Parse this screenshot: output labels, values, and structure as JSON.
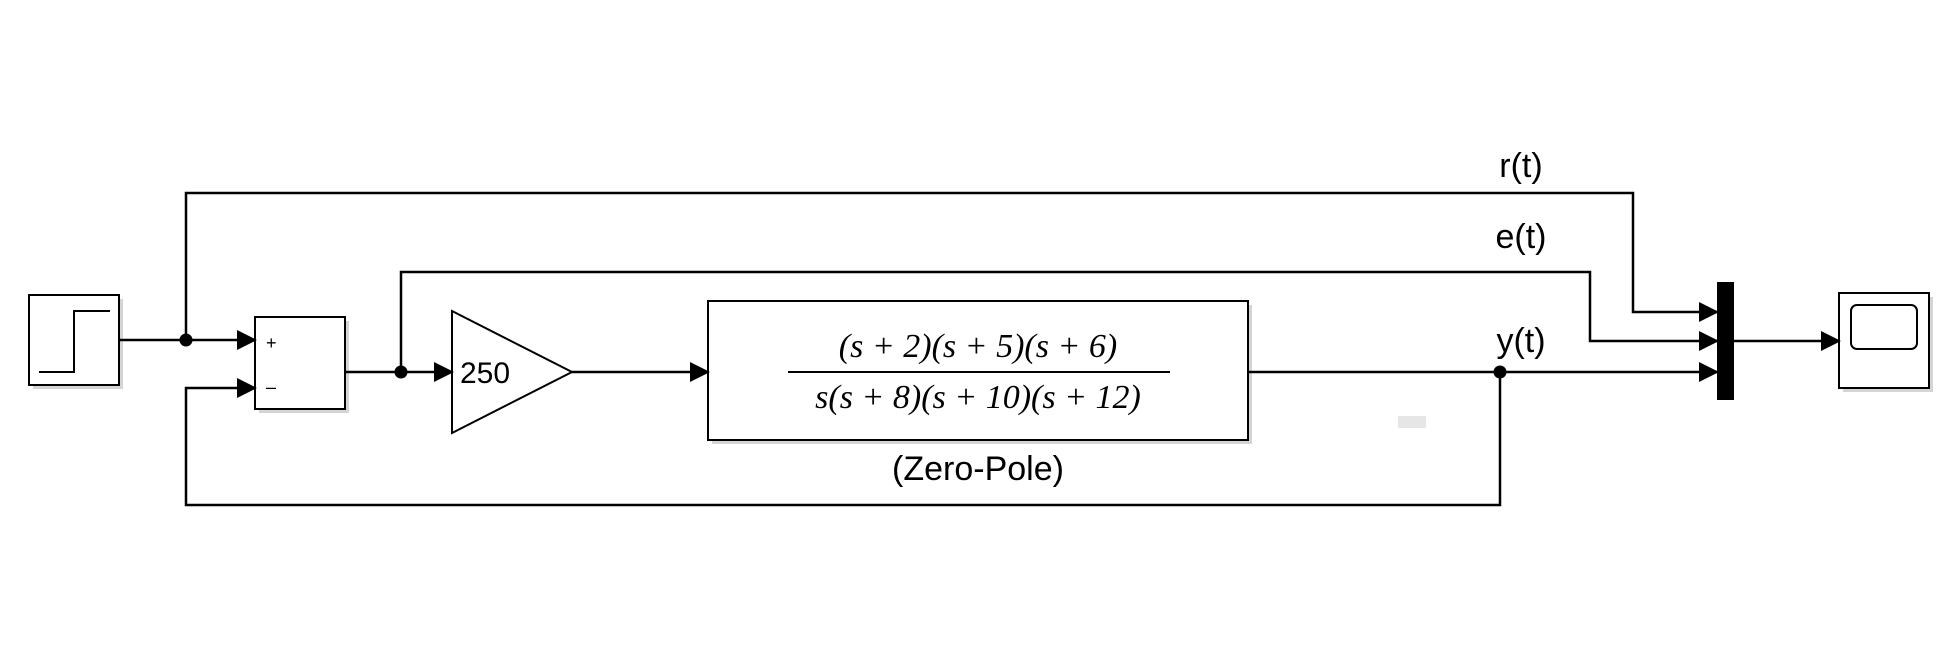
{
  "signals": {
    "r": "r(t)",
    "e": "e(t)",
    "y": "y(t)"
  },
  "sum_block": {
    "plus_sign": "+",
    "minus_sign": "–"
  },
  "gain_block": {
    "value": "250"
  },
  "zero_pole_block": {
    "numerator": "(s + 2)(s + 5)(s + 6)",
    "denominator": "s(s + 8)(s + 10)(s + 12)",
    "caption": "(Zero-Pole)"
  }
}
